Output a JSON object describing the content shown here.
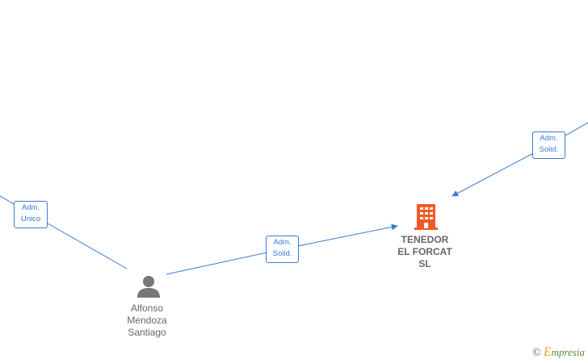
{
  "nodes": {
    "company": {
      "name_lines": [
        "TENEDOR",
        "EL FORCAT",
        "SL"
      ]
    },
    "person": {
      "name_lines": [
        "Alfonso",
        "Mendoza",
        "Santiago"
      ]
    }
  },
  "edges": {
    "left_offscreen": {
      "label_lines": [
        "Adm.",
        "Unico"
      ]
    },
    "person_to_company": {
      "label_lines": [
        "Adm.",
        "Solid."
      ]
    },
    "right_offscreen": {
      "label_lines": [
        "Adm.",
        "Solid."
      ]
    }
  },
  "watermark": {
    "copyright": "©",
    "brand_initial": "E",
    "brand_rest": "mpresia"
  },
  "colors": {
    "edge": "#3a7bd5",
    "company_icon": "#f05a28",
    "person_icon": "#777777",
    "label_text": "#666666"
  }
}
